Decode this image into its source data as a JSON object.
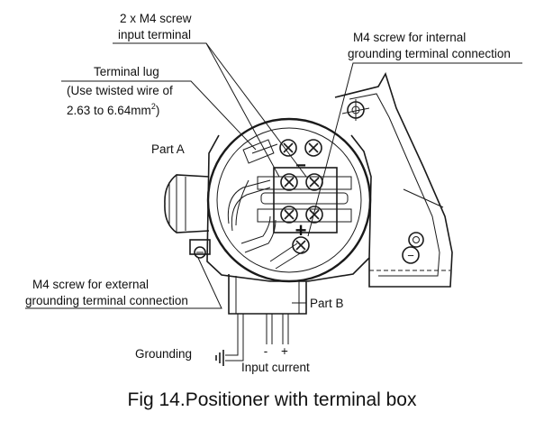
{
  "labels": {
    "input_terminal_line1": "2 x M4 screw",
    "input_terminal_line2": "input  terminal",
    "internal_ground_line1": "M4 screw for internal",
    "internal_ground_line2": "grounding terminal connection",
    "lug_line1": "Terminal lug",
    "lug_line2": "(Use twisted wire of",
    "lug_line3_prefix": "2.63 to 6.64mm",
    "lug_line3_sup": "2",
    "lug_line3_suffix": ")",
    "part_a": "Part A",
    "part_b": "Part B",
    "external_ground_line1": "M4 screw for external",
    "external_ground_line2": "grounding terminal connection",
    "grounding": "Grounding",
    "minus_sign": "-",
    "plus_sign": "+",
    "input_current": "Input current",
    "terminal_minus": "−",
    "terminal_plus": "+",
    "circle_minus": "−"
  },
  "caption": "Fig 14.Positioner with terminal box"
}
